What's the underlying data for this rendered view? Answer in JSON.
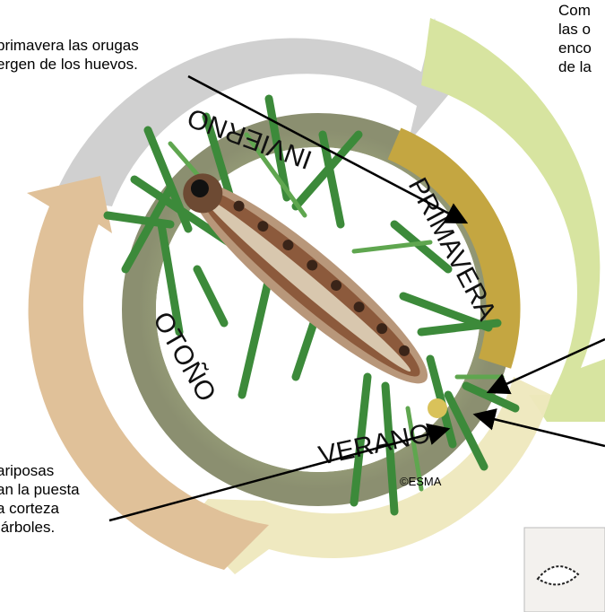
{
  "captions": {
    "top_left": "primavera las orugas\nergen de los huevos.",
    "top_right": "Com\nlas o\nenco\nde la",
    "bottom_left": "ariposas\nan la puesta\na corteza\n árboles."
  },
  "season_labels": {
    "primavera": "PRIMAVERA",
    "verano": "VERANO",
    "otono": "OTOÑO",
    "invierno": "INVIERNO"
  },
  "copyright": "©ESMA",
  "colors": {
    "arrow_spring": "#d9e6a3",
    "arrow_summer": "#efe9bf",
    "arrow_autumn": "#e2c39c",
    "arrow_winter": "#cfcfcf"
  }
}
